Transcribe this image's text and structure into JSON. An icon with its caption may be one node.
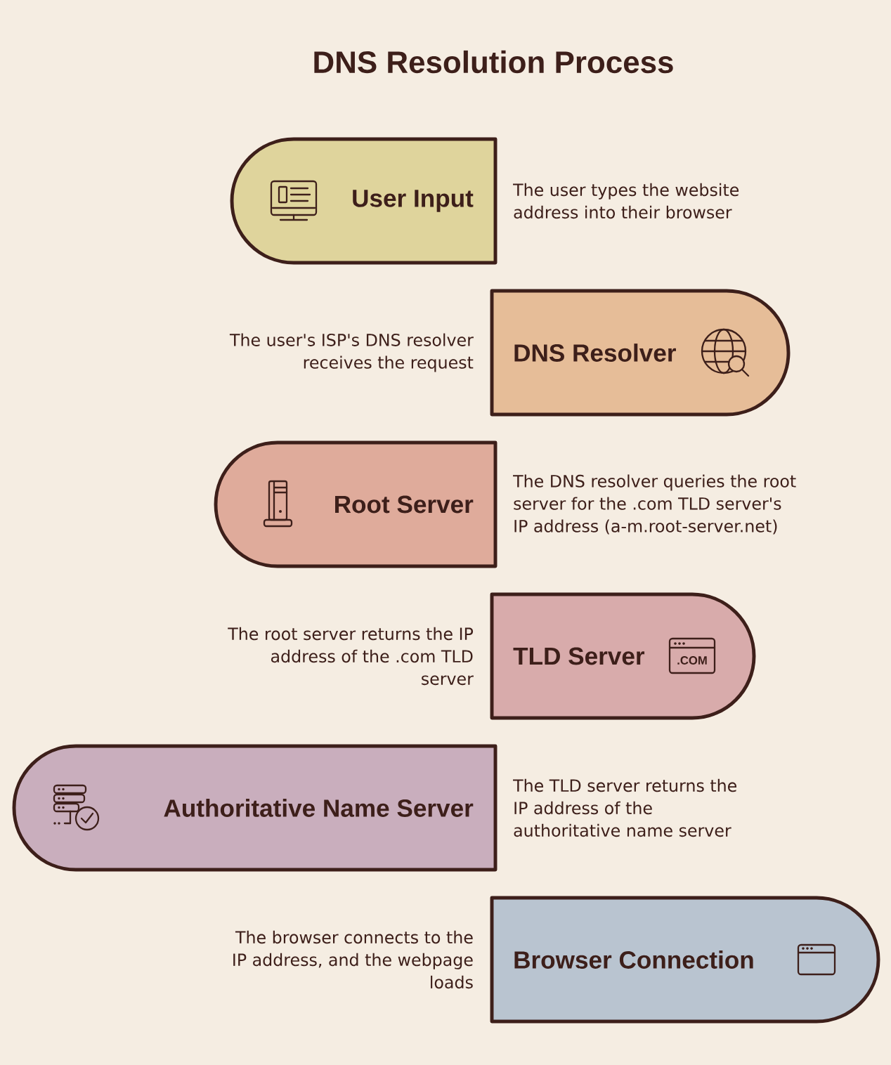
{
  "diagram": {
    "title": "DNS Resolution Process",
    "nodes": [
      {
        "text": [
          "User Input"
        ],
        "beside": [
          "The user types the website address into their browser"
        ]
      },
      {
        "text": [
          "DNS Resolver"
        ],
        "beside": [
          "The user's ISP's DNS resolver receives the request"
        ]
      },
      {
        "text": [
          "Root Server"
        ],
        "beside": [
          "The DNS resolver queries the root server for the .com TLD server's IP address (a-m.root-server.net)"
        ]
      },
      {
        "text": [
          "TLD Server"
        ],
        "beside": [
          "The root server returns the IP address of the .com TLD server"
        ]
      },
      {
        "text": [
          "Authoritative Name Server"
        ],
        "beside": [
          "The TLD server returns the IP address of the authoritative name server"
        ]
      },
      {
        "text": [
          "Browser Connection"
        ],
        "beside": [
          "The browser connects to the IP address, and the webpage loads"
        ]
      }
    ],
    "labels": [
      ".COM"
    ]
  }
}
